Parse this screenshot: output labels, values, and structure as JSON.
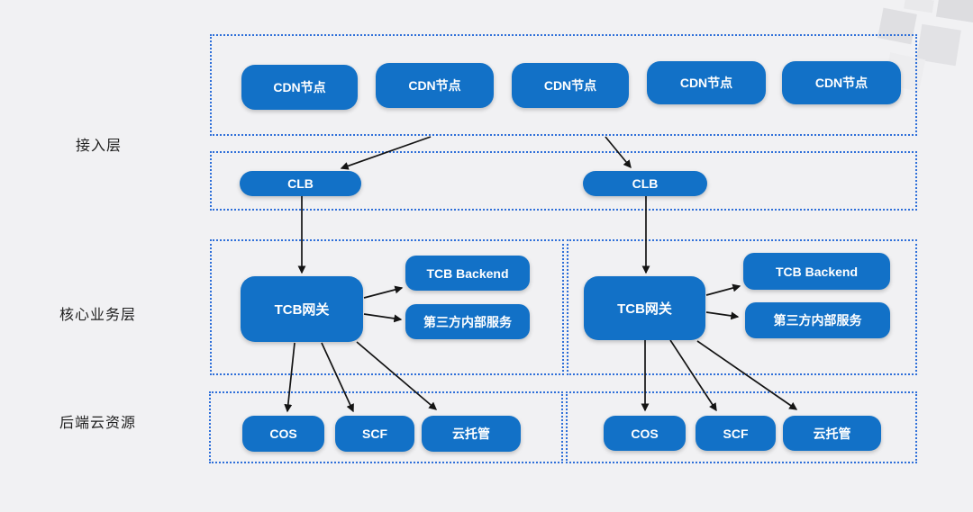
{
  "labels": {
    "access_layer": "接入层",
    "core_layer": "核心业务层",
    "backend_layer": "后端云资源"
  },
  "nodes": {
    "cdn": [
      "CDN节点",
      "CDN节点",
      "CDN节点",
      "CDN节点",
      "CDN节点"
    ]
  },
  "left": {
    "clb": "CLB",
    "gateway": "TCB网关",
    "backend": "TCB Backend",
    "third_party": "第三方内部服务",
    "resources": [
      "COS",
      "SCF",
      "云托管"
    ]
  },
  "right": {
    "clb": "CLB",
    "gateway": "TCB网关",
    "backend": "TCB Backend",
    "third_party": "第三方内部服务",
    "resources": [
      "COS",
      "SCF",
      "云托管"
    ]
  },
  "colors": {
    "node_fill": "#1271c7",
    "node_text": "#ffffff",
    "zone_border": "#2e6fd9",
    "arrow": "#141414",
    "background": "#f1f1f3",
    "label_text": "#1f1f1f"
  }
}
